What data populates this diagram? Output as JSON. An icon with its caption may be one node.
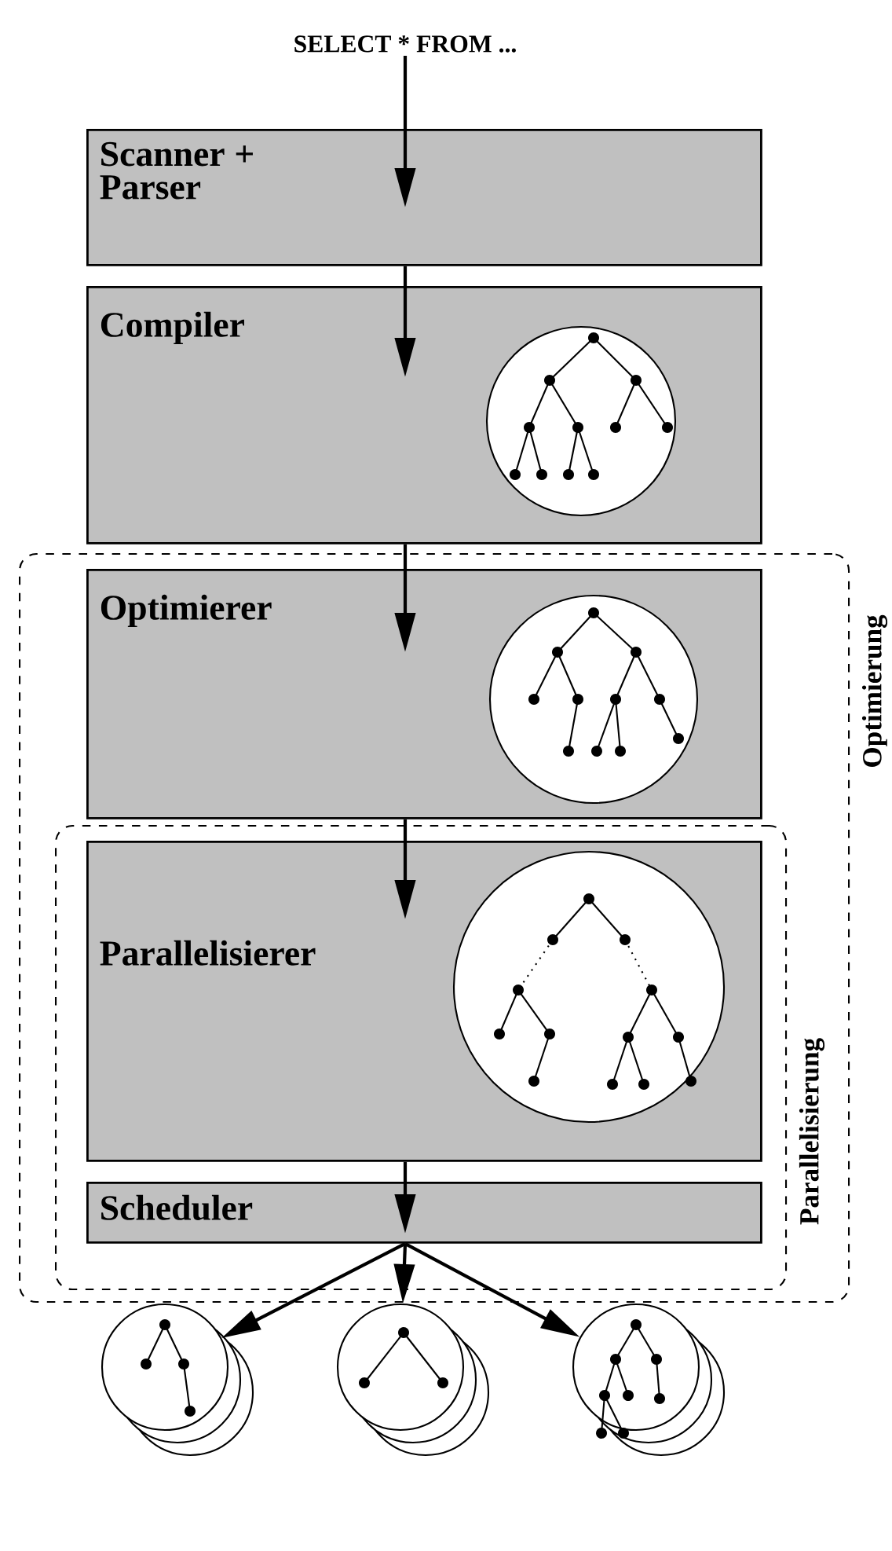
{
  "diagram": {
    "nodes": [
      {
        "text": [
          "SELECT * FROM ..."
        ]
      },
      {
        "text": [
          "Scanner + Parser"
        ]
      },
      {
        "text": [
          "Compiler"
        ]
      },
      {
        "text": [
          "Optimierung"
        ]
      },
      {
        "text": [
          "Optimierer"
        ],
        "in": 3
      },
      {
        "text": [
          "Parallelisierung"
        ],
        "in": 3
      },
      {
        "text": [
          "Parallelisierer"
        ],
        "in": 5
      },
      {
        "text": [
          "Scheduler"
        ],
        "in": 5
      },
      {
        "text": [],
        "shape": "circle"
      },
      {
        "text": [],
        "shape": "circle"
      },
      {
        "text": [],
        "shape": "circle"
      }
    ],
    "edges": [
      {
        "from": 0,
        "to": 1,
        "arrow": "to"
      },
      {
        "from": 1,
        "to": 2,
        "arrow": "to"
      },
      {
        "from": 2,
        "to": 4,
        "arrow": "to"
      },
      {
        "from": 4,
        "to": 6,
        "arrow": "to"
      },
      {
        "from": 6,
        "to": 7,
        "arrow": "to"
      },
      {
        "from": 7,
        "to": 8,
        "arrow": "to"
      },
      {
        "from": 7,
        "to": 9,
        "arrow": "to"
      },
      {
        "from": 7,
        "to": 10,
        "arrow": "to"
      }
    ]
  }
}
